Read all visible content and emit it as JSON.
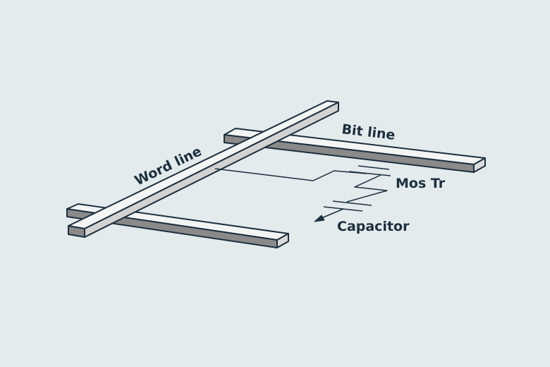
{
  "colors": {
    "background": "#e3ebed",
    "stroke": "#1c2f3d",
    "bar_top": "#f3f5f5",
    "bar_front": "#8a8a8a",
    "bar_end": "#dcdcdc",
    "word_line_side": "#d2d2d2"
  },
  "labels": {
    "word_line": "Word line",
    "bit_line": "Bit line",
    "mos_tr": "Mos Tr",
    "capacitor": "Capacitor"
  }
}
